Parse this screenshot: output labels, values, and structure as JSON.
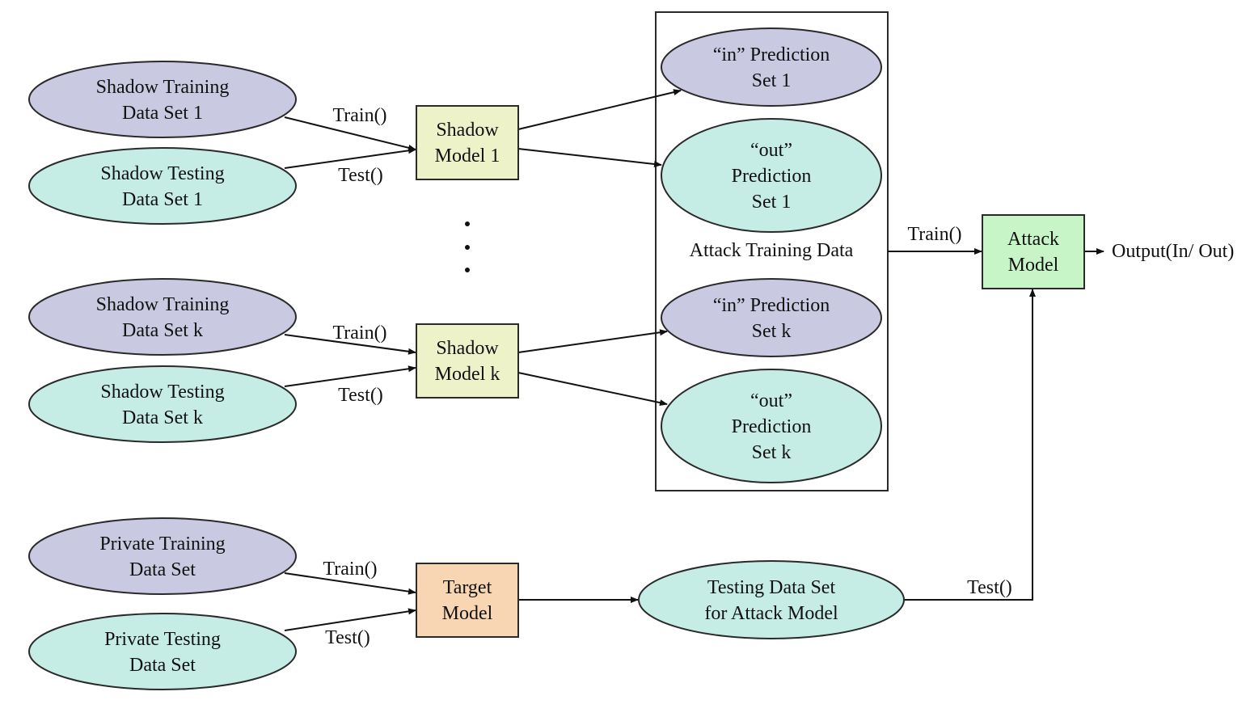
{
  "colors": {
    "train_set": "#c9c9e2",
    "test_set": "#c6ece6",
    "shadow_model": "#eef2c9",
    "target_model": "#f8d6b4",
    "attack_model": "#c8f5c8"
  },
  "nodes": {
    "shadow_train_1": {
      "lines": [
        "Shadow Training",
        "Data Set 1"
      ]
    },
    "shadow_test_1": {
      "lines": [
        "Shadow Testing",
        "Data Set 1"
      ]
    },
    "shadow_model_1": {
      "lines": [
        "Shadow",
        "Model 1"
      ]
    },
    "shadow_train_k": {
      "lines": [
        "Shadow Training",
        "Data Set k"
      ]
    },
    "shadow_test_k": {
      "lines": [
        "Shadow Testing",
        "Data Set k"
      ]
    },
    "shadow_model_k": {
      "lines": [
        "Shadow",
        "Model k"
      ]
    },
    "private_train": {
      "lines": [
        "Private Training",
        "Data Set"
      ]
    },
    "private_test": {
      "lines": [
        "Private Testing",
        "Data Set"
      ]
    },
    "target_model": {
      "lines": [
        "Target",
        "Model"
      ]
    },
    "in_pred_1": {
      "lines": [
        "“in” Prediction",
        "Set 1"
      ]
    },
    "out_pred_1": {
      "lines": [
        "“out”",
        "Prediction",
        "Set 1"
      ]
    },
    "in_pred_k": {
      "lines": [
        "“in” Prediction",
        "Set k"
      ]
    },
    "out_pred_k": {
      "lines": [
        "“out”",
        "Prediction",
        "Set k"
      ]
    },
    "testing_attack": {
      "lines": [
        "Testing Data Set",
        "for Attack Model"
      ]
    },
    "attack_model": {
      "lines": [
        "Attack",
        "Model"
      ]
    }
  },
  "group_label": "Attack Training Data",
  "edge_labels": {
    "train_1": "Train()",
    "test_1": "Test()",
    "train_k": "Train()",
    "test_k": "Test()",
    "train_private": "Train()",
    "test_private": "Test()",
    "train_attack": "Train()",
    "test_attack": "Test()"
  },
  "output_label": "Output(In/ Out)"
}
